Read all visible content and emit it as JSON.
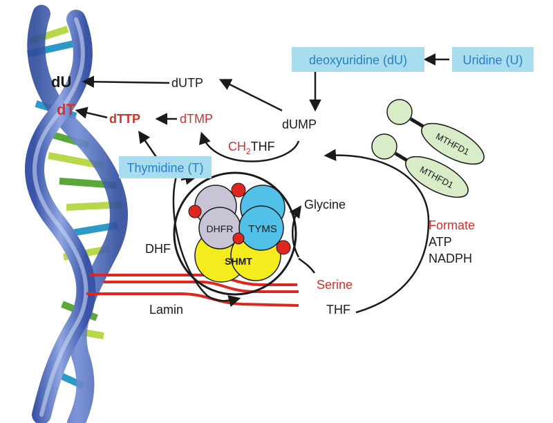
{
  "labels": {
    "du_helix": "dU",
    "dt_helix": "dT",
    "dutp": "dUTP",
    "dttp": "dTTP",
    "dtmp": "dTMP",
    "dump": "dUMP",
    "ch2thf_prefix": "CH",
    "ch2thf_sub": "2",
    "ch2thf_suffix": "THF",
    "thymidine": "Thymidine (T)",
    "deoxyuridine": "deoxyuridine (dU)",
    "uridine": "Uridine (U)",
    "glycine": "Glycine",
    "dhf": "DHF",
    "serine": "Serine",
    "thf": "THF",
    "lamin": "Lamin",
    "formate": "Formate",
    "atp": "ATP",
    "nadph": "NADPH",
    "dhfr": "DHFR",
    "tyms": "TYMS",
    "shmt": "SHMT",
    "mthfd1_a": "MTHFD1",
    "mthfd1_b": "MTHFD1"
  },
  "colors": {
    "red_text": "#d6302a",
    "blue_text": "#2a7fc2",
    "label_box": "#a8dcef",
    "dhfr": "#c8c4d6",
    "tyms": "#52c1ea",
    "shmt": "#f4ec1c",
    "red_dot": "#e0261f",
    "lamin": "#e0261f",
    "mthfd1": "#d8ecc8",
    "helix_blue": "#5b7ec8",
    "helix_dark": "#3a55a8",
    "rung_green": "#5aa83a",
    "rung_lime": "#b8d84a",
    "rung_teal": "#2c9ac8"
  }
}
